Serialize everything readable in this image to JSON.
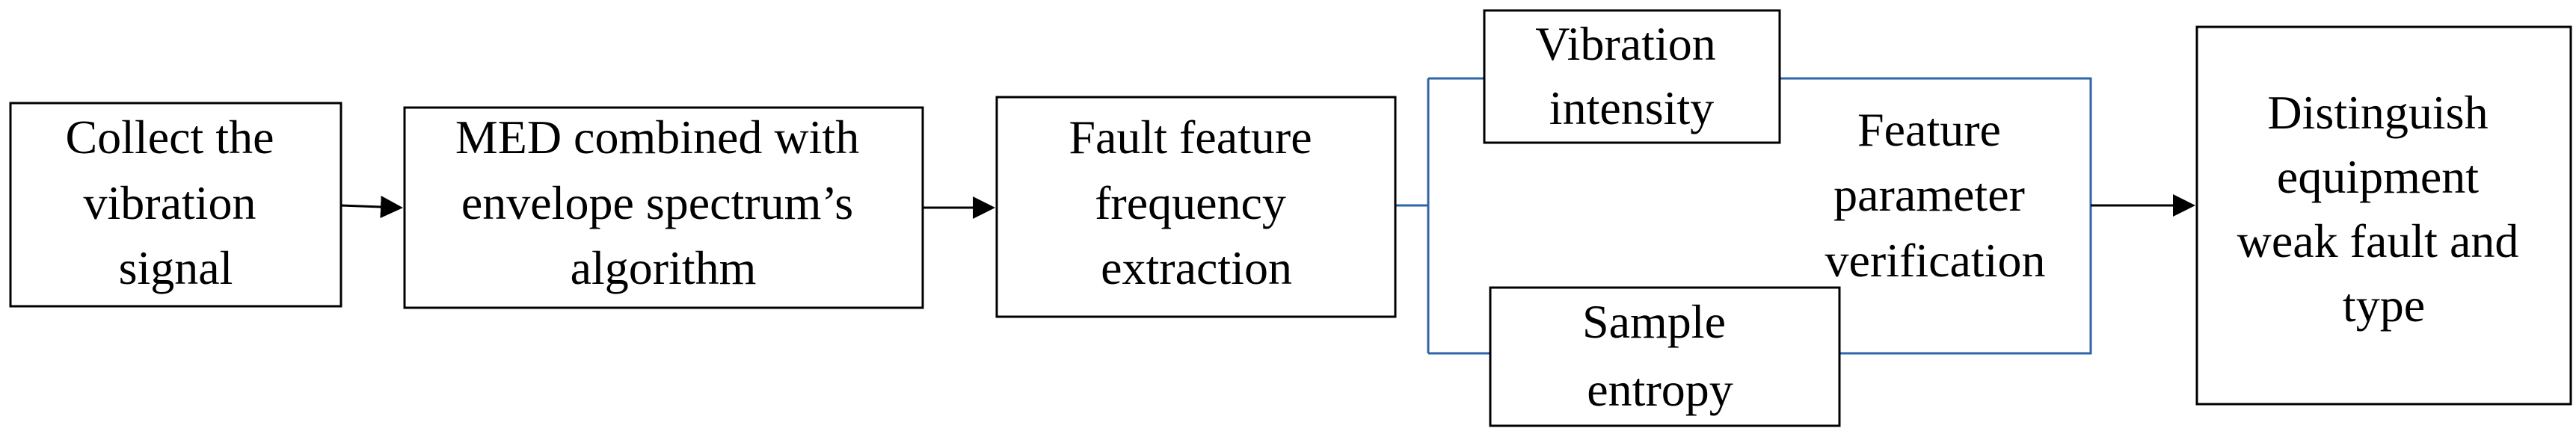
{
  "diagram": {
    "colors": {
      "box_stroke": "#000000",
      "bracket_stroke": "#2e64a8",
      "arrow": "#000000",
      "text": "#000000"
    },
    "nodes": [
      {
        "id": "collect",
        "lines": [
          "Collect the",
          "vibration",
          "signal"
        ]
      },
      {
        "id": "med",
        "lines": [
          "MED combined with",
          "envelope spectrum’s",
          "algorithm"
        ]
      },
      {
        "id": "fault",
        "lines": [
          "Fault feature",
          "frequency",
          "extraction"
        ]
      },
      {
        "id": "intensity",
        "lines": [
          "Vibration",
          "intensity"
        ]
      },
      {
        "id": "entropy",
        "lines": [
          "Sample",
          "entropy"
        ]
      },
      {
        "id": "verify",
        "lines": [
          "Feature",
          "parameter",
          "verification"
        ]
      },
      {
        "id": "distinguish",
        "lines": [
          "Distinguish",
          "equipment",
          "weak fault and",
          "type"
        ]
      }
    ],
    "edges": [
      {
        "from": "collect",
        "to": "med",
        "style": "arrow"
      },
      {
        "from": "med",
        "to": "fault",
        "style": "arrow"
      },
      {
        "from": "fault",
        "to": "intensity",
        "style": "bracket"
      },
      {
        "from": "fault",
        "to": "entropy",
        "style": "bracket"
      },
      {
        "from": "verify",
        "to": "distinguish",
        "style": "arrow"
      }
    ]
  }
}
